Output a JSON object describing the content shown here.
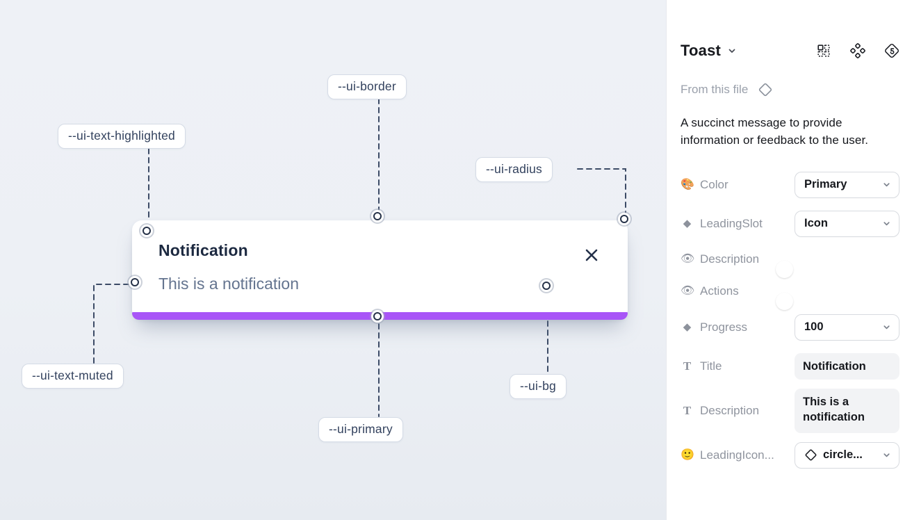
{
  "canvas": {
    "toast": {
      "title": "Notification",
      "description": "This is a notification"
    },
    "callouts": [
      {
        "id": "ui-border",
        "label": "--ui-border"
      },
      {
        "id": "ui-text-highlighted",
        "label": "--ui-text-highlighted"
      },
      {
        "id": "ui-radius",
        "label": "--ui-radius"
      },
      {
        "id": "ui-text-muted",
        "label": "--ui-text-muted"
      },
      {
        "id": "ui-primary",
        "label": "--ui-primary"
      },
      {
        "id": "ui-bg",
        "label": "--ui-bg"
      }
    ],
    "colors": {
      "primary": "#a855f7",
      "canvas_bg": "#edf0f5",
      "card_bg": "#ffffff"
    }
  },
  "panel": {
    "title": "Toast",
    "source": "From this file",
    "description": "A succinct message to provide information or feedback to the user.",
    "toggle_on_color": "#1ea1f2",
    "properties": [
      {
        "label": "Color",
        "icon_glyph": "🎨",
        "control": "select",
        "value": "Primary"
      },
      {
        "label": "LeadingSlot",
        "icon_glyph": "◆",
        "control": "select",
        "value": "Icon"
      },
      {
        "label": "Description",
        "icon_glyph": "👁",
        "control": "toggle",
        "value": "on"
      },
      {
        "label": "Actions",
        "icon_glyph": "👁",
        "control": "toggle",
        "value": "on"
      },
      {
        "label": "Progress",
        "icon_glyph": "◆",
        "control": "select",
        "value": "100"
      },
      {
        "label": "Title",
        "icon_glyph": "T",
        "control": "field",
        "value": "Notification"
      },
      {
        "label": "Description",
        "icon_glyph": "T",
        "control": "field",
        "value": "This is a notification"
      },
      {
        "label": "LeadingIcon...",
        "icon_glyph": "🙂",
        "control": "icon-select",
        "value": "circle..."
      }
    ]
  }
}
